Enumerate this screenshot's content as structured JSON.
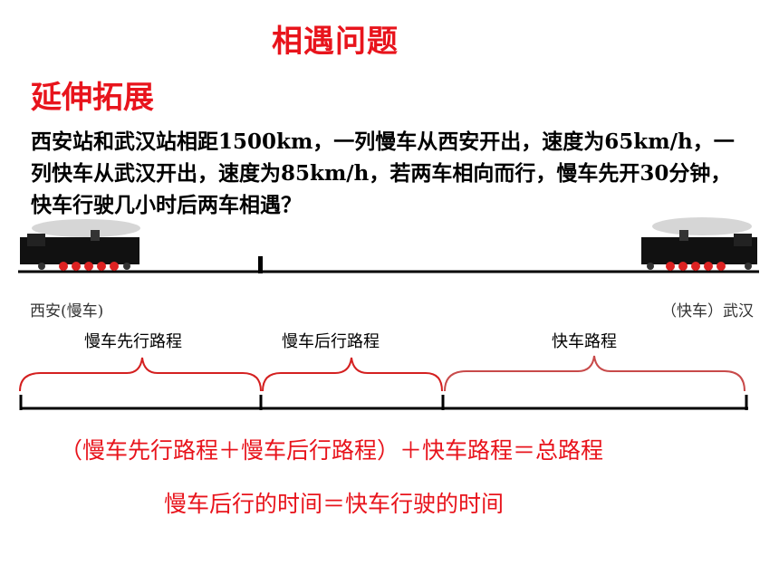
{
  "title": "相遇问题",
  "subtitle": "延伸拓展",
  "problem": "西安站和武汉站相距1500km，一列慢车从西安开出，速度为65km/h，一列快车从武汉开出，速度为85km/h，若两车相向而行，慢车先开30分钟，快车行驶几小时后两车相遇？",
  "stations": {
    "left": "西安(慢车)",
    "right": "（快车）武汉"
  },
  "segments": [
    "慢车先行路程",
    "慢车后行路程",
    "快车路程"
  ],
  "equations": [
    "（慢车先行路程＋慢车后行路程）＋快车路程＝总路程",
    "慢车后行的时间＝快车行驶的时间"
  ],
  "colors": {
    "accent": "#e8141c",
    "brace": "#d42020",
    "brace_light": "#c84a4a"
  }
}
